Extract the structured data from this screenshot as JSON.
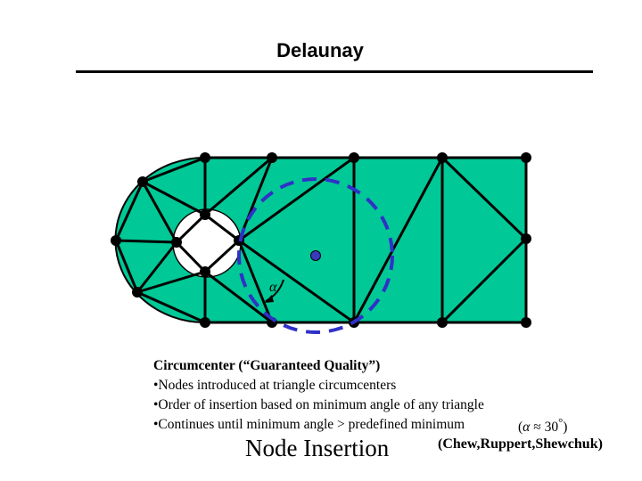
{
  "title": "Delaunay",
  "caption": {
    "heading": "Circumcenter (“Guaranteed Quality”)",
    "bullets": [
      "•Nodes introduced at triangle circumcenters",
      "•Order of insertion based on minimum angle of any triangle",
      "•Continues until minimum angle > predefined minimum"
    ]
  },
  "formula": {
    "symbol": "α",
    "relation": "≈",
    "value": "30",
    "degree_mark": "°"
  },
  "angle_label": "α",
  "subtitle": "Node Insertion",
  "credits": "(Chew,Ruppert,Shewchuk)",
  "colors": {
    "mesh_fill": "#00c896",
    "mesh_edge": "#000000",
    "circumcircle": "#3030c8",
    "inserted_node": "#3a3ac0"
  }
}
